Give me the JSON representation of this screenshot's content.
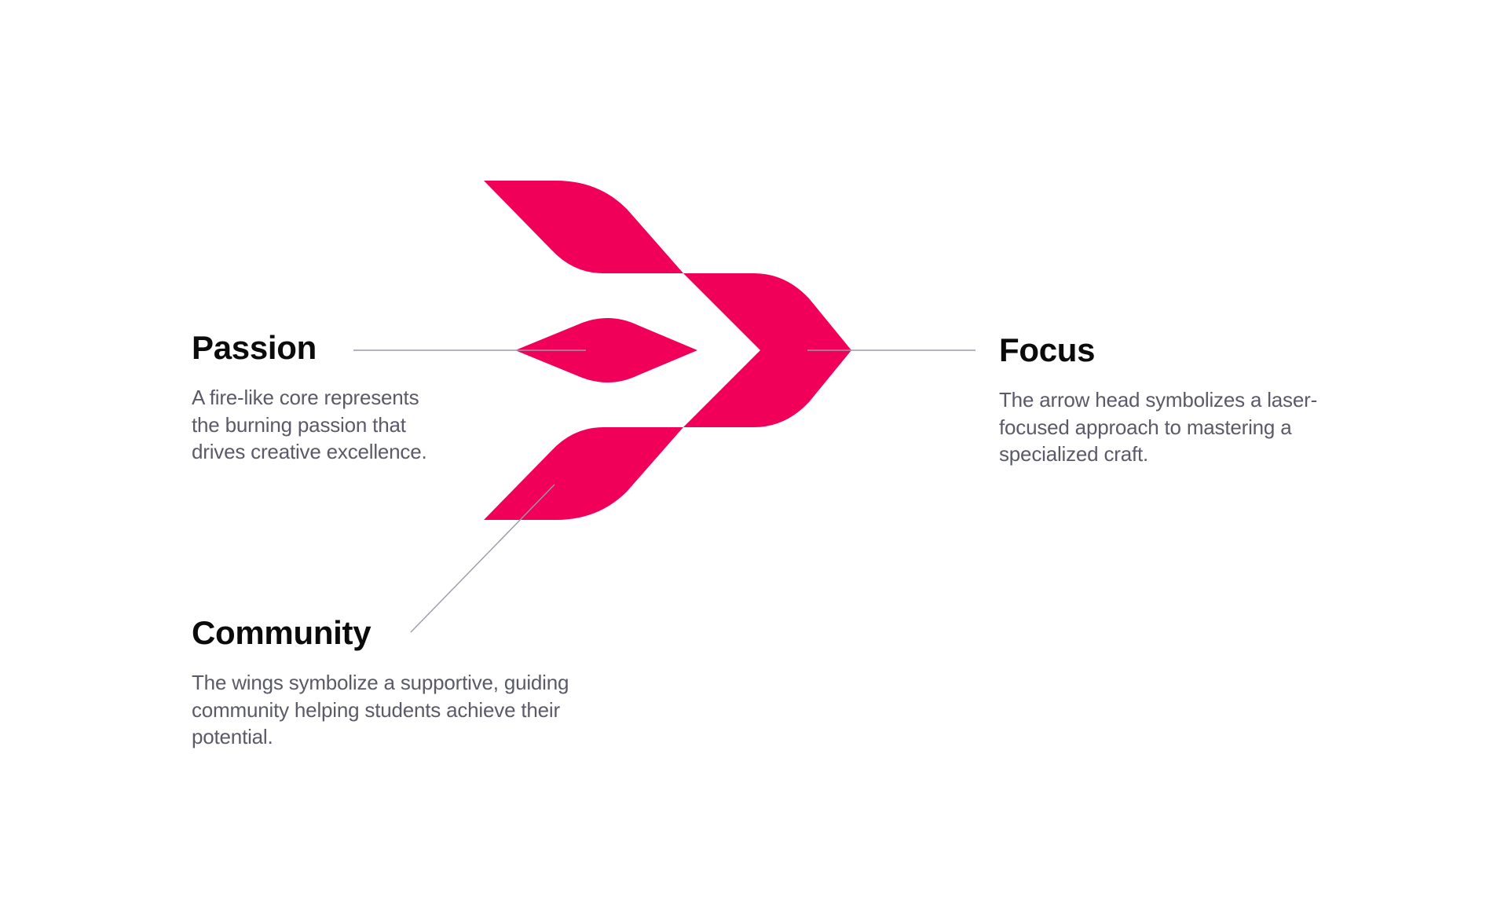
{
  "brand_color": "#F00059",
  "callouts": {
    "passion": {
      "title": "Passion",
      "description": "A fire-like core represents the burning passion that drives creative excellence."
    },
    "community": {
      "title": "Community",
      "description": "The wings symbolize a supportive, guiding community helping students achieve their potential."
    },
    "focus": {
      "title": "Focus",
      "description": "The arrow head symbolizes a laser-focused approach to mastering a specialized craft."
    }
  }
}
